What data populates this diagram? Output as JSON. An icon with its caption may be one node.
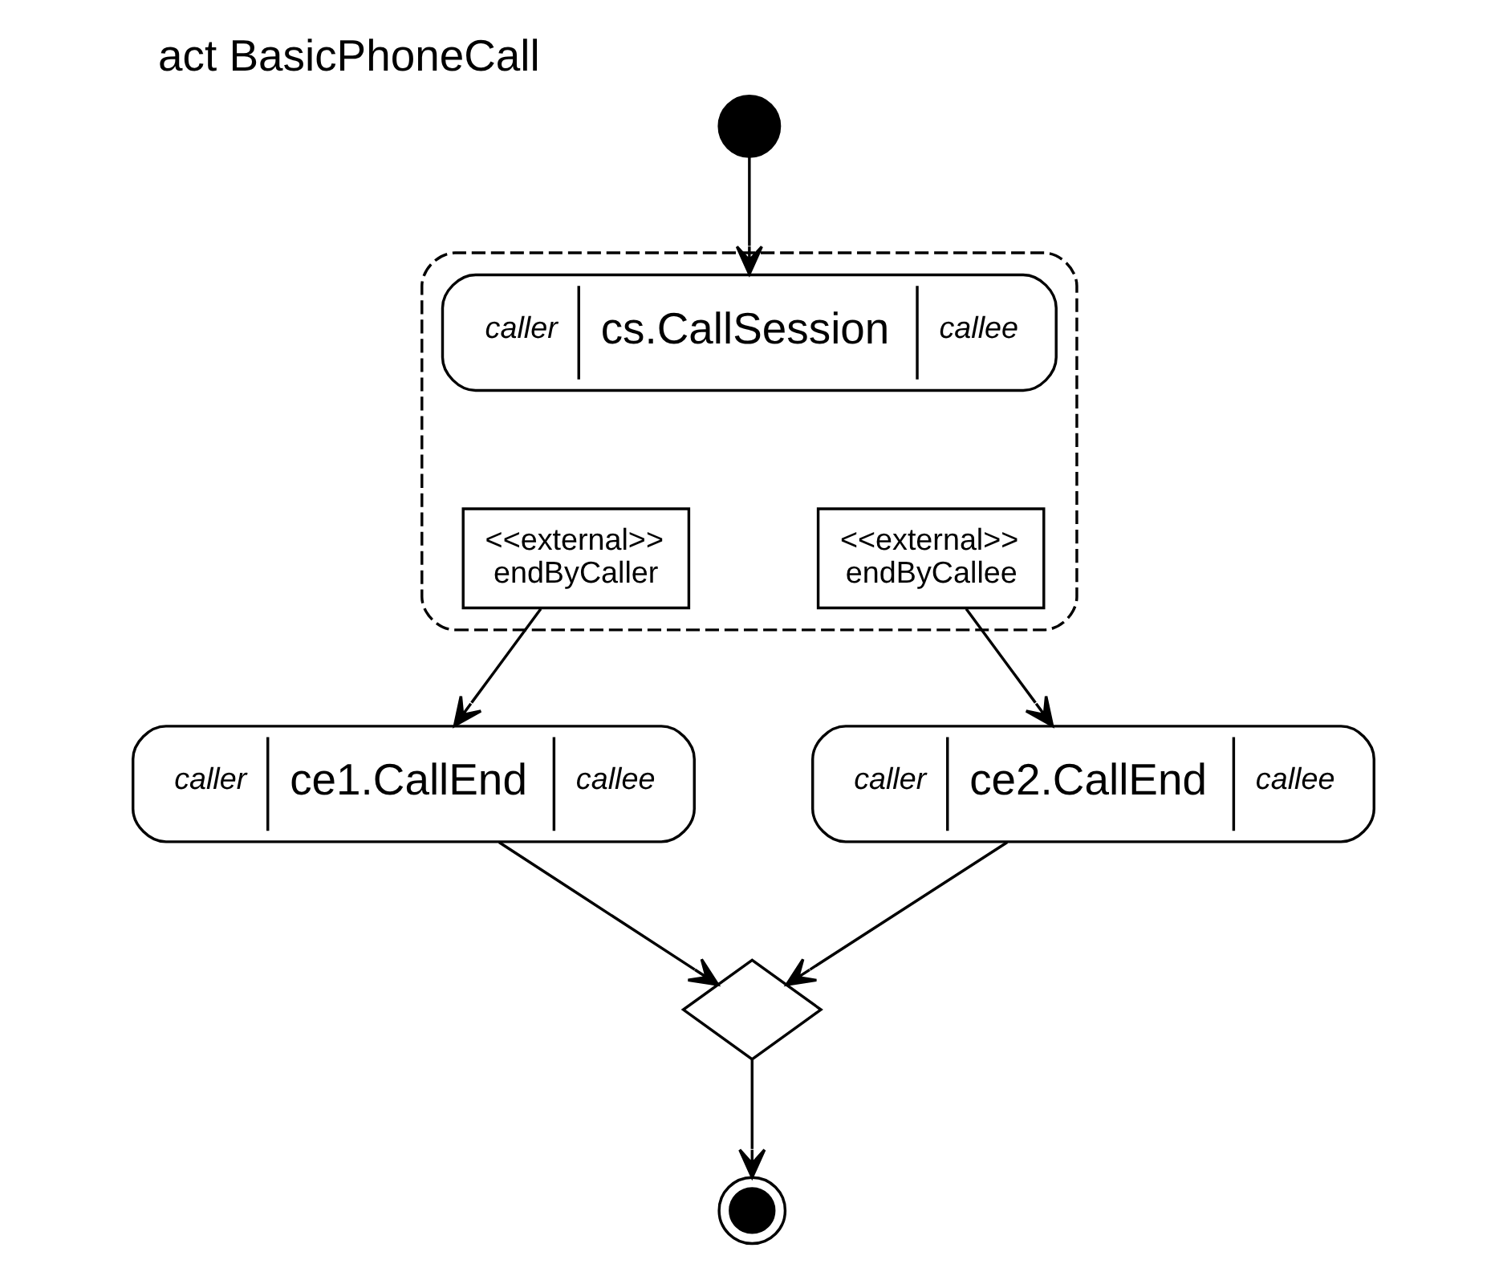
{
  "diagram": {
    "title": "act BasicPhoneCall",
    "nodes": [
      {
        "text": [],
        "shape": "circle"
      },
      {
        "text": [],
        "shape": "box"
      },
      {
        "text": [
          "caller",
          "cs.CallSession",
          "callee"
        ],
        "in": 1
      },
      {
        "text": [
          "<<external>>",
          "endByCaller"
        ],
        "in": 1
      },
      {
        "text": [
          "<<external>>",
          "endByCallee"
        ],
        "in": 1
      },
      {
        "text": [
          "caller",
          "ce1.CallEnd",
          "callee"
        ]
      },
      {
        "text": [
          "caller",
          "ce2.CallEnd",
          "callee"
        ]
      },
      {
        "text": [],
        "shape": "diamond"
      },
      {
        "text": [],
        "shape": "circle"
      }
    ],
    "edges": [
      {
        "from": 0,
        "to": 2,
        "arrow": "to"
      },
      {
        "from": 3,
        "to": 5,
        "arrow": "to"
      },
      {
        "from": 4,
        "to": 6,
        "arrow": "to"
      },
      {
        "from": 5,
        "to": 7,
        "arrow": "to"
      },
      {
        "from": 6,
        "to": 7,
        "arrow": "to"
      },
      {
        "from": 7,
        "to": 8,
        "arrow": "to"
      }
    ]
  }
}
